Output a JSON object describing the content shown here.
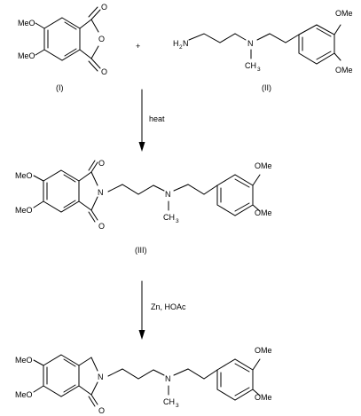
{
  "atoms": {
    "o": "O",
    "n": "N",
    "meo": "MeO",
    "ome": "OMe",
    "ch3_c": "CH",
    "ch3_sub": "3",
    "h2n_h": "H",
    "h2n_sub": "2",
    "h2n_n": "N"
  },
  "plus": "+",
  "labels": {
    "c1": "(I)",
    "c2": "(II)",
    "c3": "(III)"
  },
  "arrows": {
    "step1": "heat",
    "step2": "Zn, HOAc"
  }
}
